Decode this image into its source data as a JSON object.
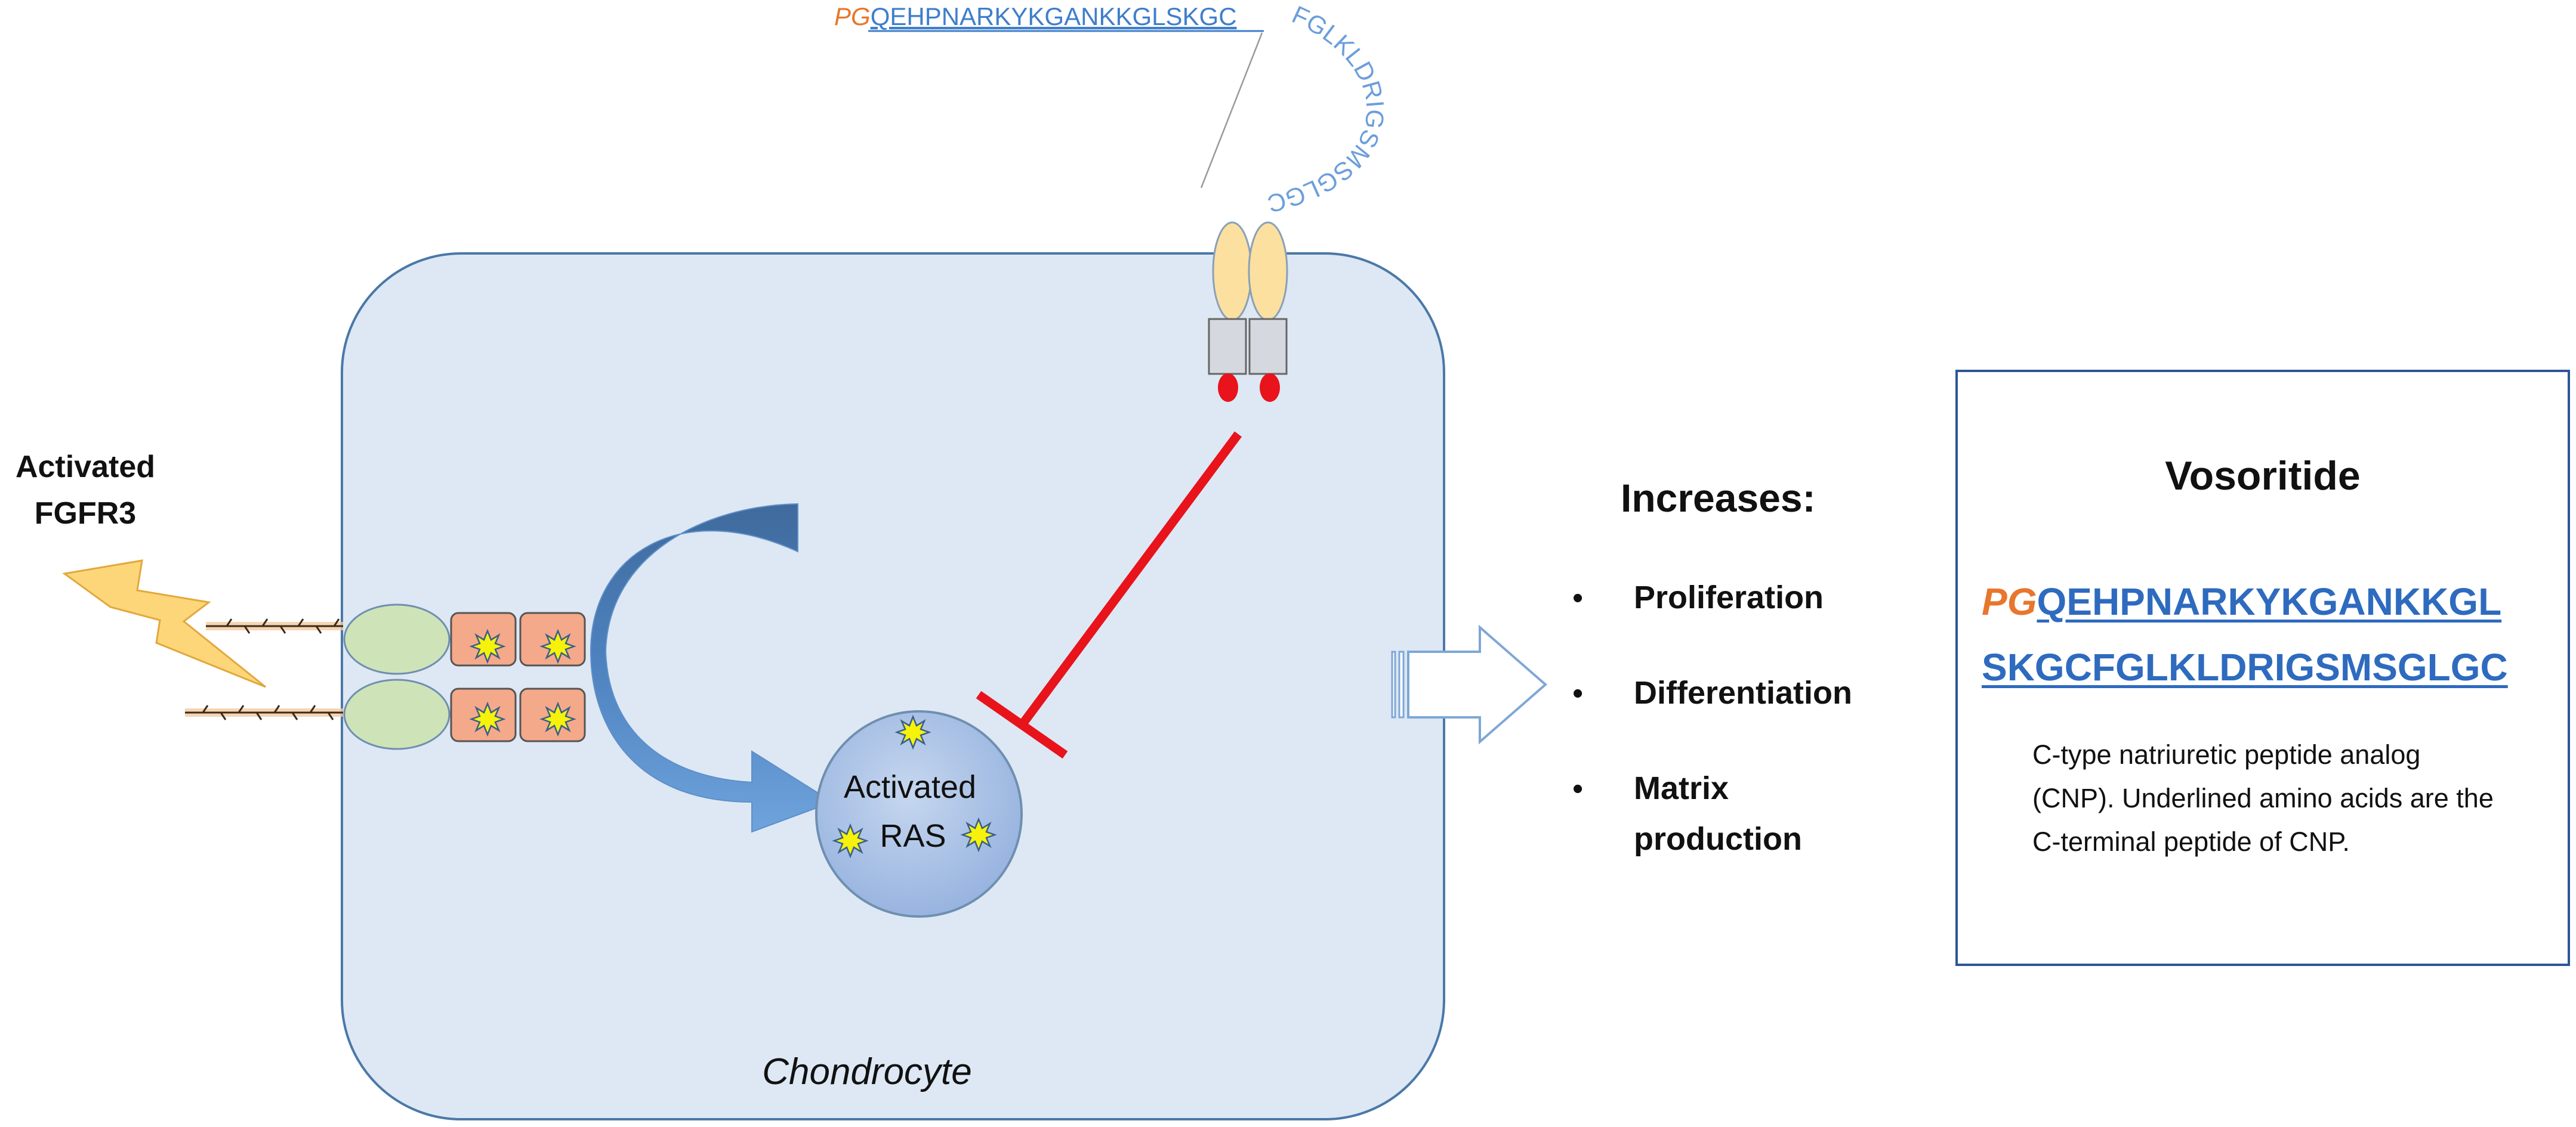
{
  "colors": {
    "cell_fill": "#dde8f4",
    "cell_stroke": "#4a78a8",
    "inhibitor": "#e8131b",
    "sequence_blue": "#2e6bbf",
    "pg_orange": "#e8762c",
    "lightning": "#fdd67a",
    "fgfr_green": "#cfe3b8",
    "fgfr_kinase": "#f4a98a",
    "ras_fill": "#9fb9e0"
  },
  "left_label": {
    "line1": "Activated",
    "line2": "FGFR3"
  },
  "cell": {
    "name": "Chondrocyte"
  },
  "ras": {
    "line1": "Activated",
    "line2": "RAS"
  },
  "top_sequence": {
    "prefix": "PG",
    "straight": "QEHPNARKYKGANKKGLSKGC",
    "curved": "FGLKLDRIGSMSGLGC"
  },
  "increases": {
    "heading": "Increases:",
    "items": [
      {
        "bullet": "•",
        "lines": [
          "Proliferation"
        ]
      },
      {
        "bullet": "•",
        "lines": [
          "Differentiation"
        ]
      },
      {
        "bullet": "•",
        "lines": [
          "Matrix",
          "production"
        ]
      }
    ]
  },
  "vosoritide": {
    "title": "Vosoritide",
    "pg": "PG",
    "seq_line1": "QEHPNARKYKGANKKGL",
    "seq_line2": "SKGCFGLKLDRIGSMSGLGC",
    "description": "C-type natriuretic peptide analog (CNP). Underlined amino acids are the C-terminal peptide of CNP."
  },
  "icons": {
    "lightning": "lightning-bolt-icon",
    "arrow": "curved-arrow-icon",
    "inhibition": "inhibition-t-bar-icon",
    "output": "hollow-right-arrow-icon",
    "starburst": "activation-starburst-icon"
  }
}
